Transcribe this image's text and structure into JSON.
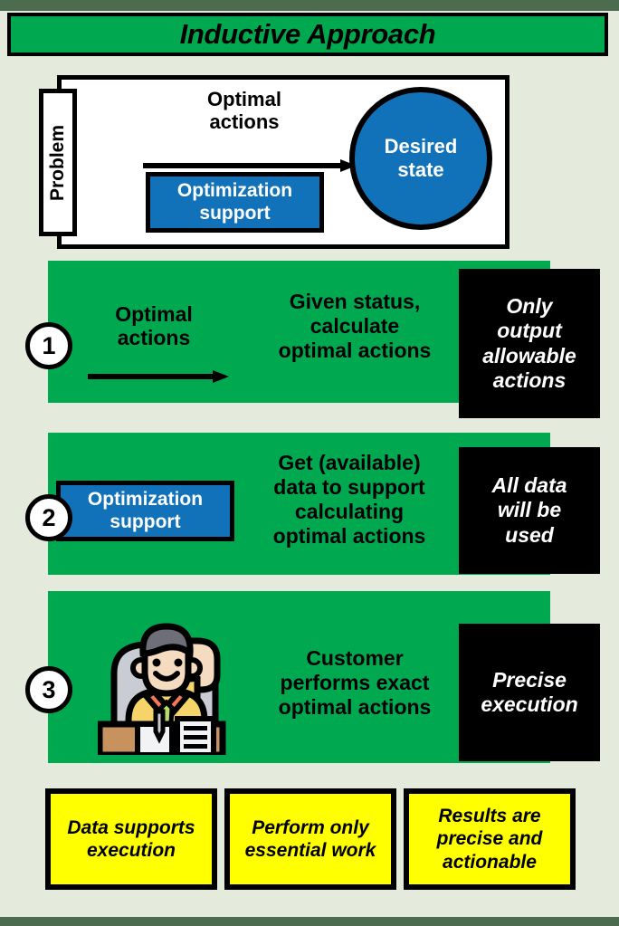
{
  "title": "Inductive Approach",
  "colors": {
    "title_bar": "#00a94f",
    "band_green": "#00a94f",
    "page_bg": "#e4ebdd",
    "outer_frame": "#4d6b4e",
    "blue": "#1272b9",
    "black_box": "#000000",
    "yellow_box": "#ffff00"
  },
  "top_panel": {
    "problem_label": "Problem",
    "flow_label_line1": "Optimal",
    "flow_label_line2": "actions",
    "optimization_box_line1": "Optimization",
    "optimization_box_line2": "support",
    "desired_state_line1": "Desired",
    "desired_state_line2": "state"
  },
  "steps": [
    {
      "number": "1",
      "left_label_line1": "Optimal",
      "left_label_line2": "actions",
      "middle_line1": "Given status,",
      "middle_line2": "calculate",
      "middle_line3": "optimal actions",
      "callout_line1": "Only",
      "callout_line2": "output",
      "callout_line3": "allowable",
      "callout_line4": "actions"
    },
    {
      "number": "2",
      "blue_box_line1": "Optimization",
      "blue_box_line2": "support",
      "middle_line1": "Get (available)",
      "middle_line2": "data to support",
      "middle_line3": "calculating",
      "middle_line4": "optimal actions",
      "callout_line1": "All data",
      "callout_line2": "will be",
      "callout_line3": "used"
    },
    {
      "number": "3",
      "icon": "person-at-desk-raising-hand-icon",
      "middle_line1": "Customer",
      "middle_line2": "performs exact",
      "middle_line3": "optimal actions",
      "callout_line1": "Precise",
      "callout_line2": "execution"
    }
  ],
  "outcomes": [
    {
      "line1": "Data supports",
      "line2": "execution"
    },
    {
      "line1": "Perform only",
      "line2": "essential work"
    },
    {
      "line1": "Results are",
      "line2": "precise and",
      "line3": "actionable"
    }
  ]
}
